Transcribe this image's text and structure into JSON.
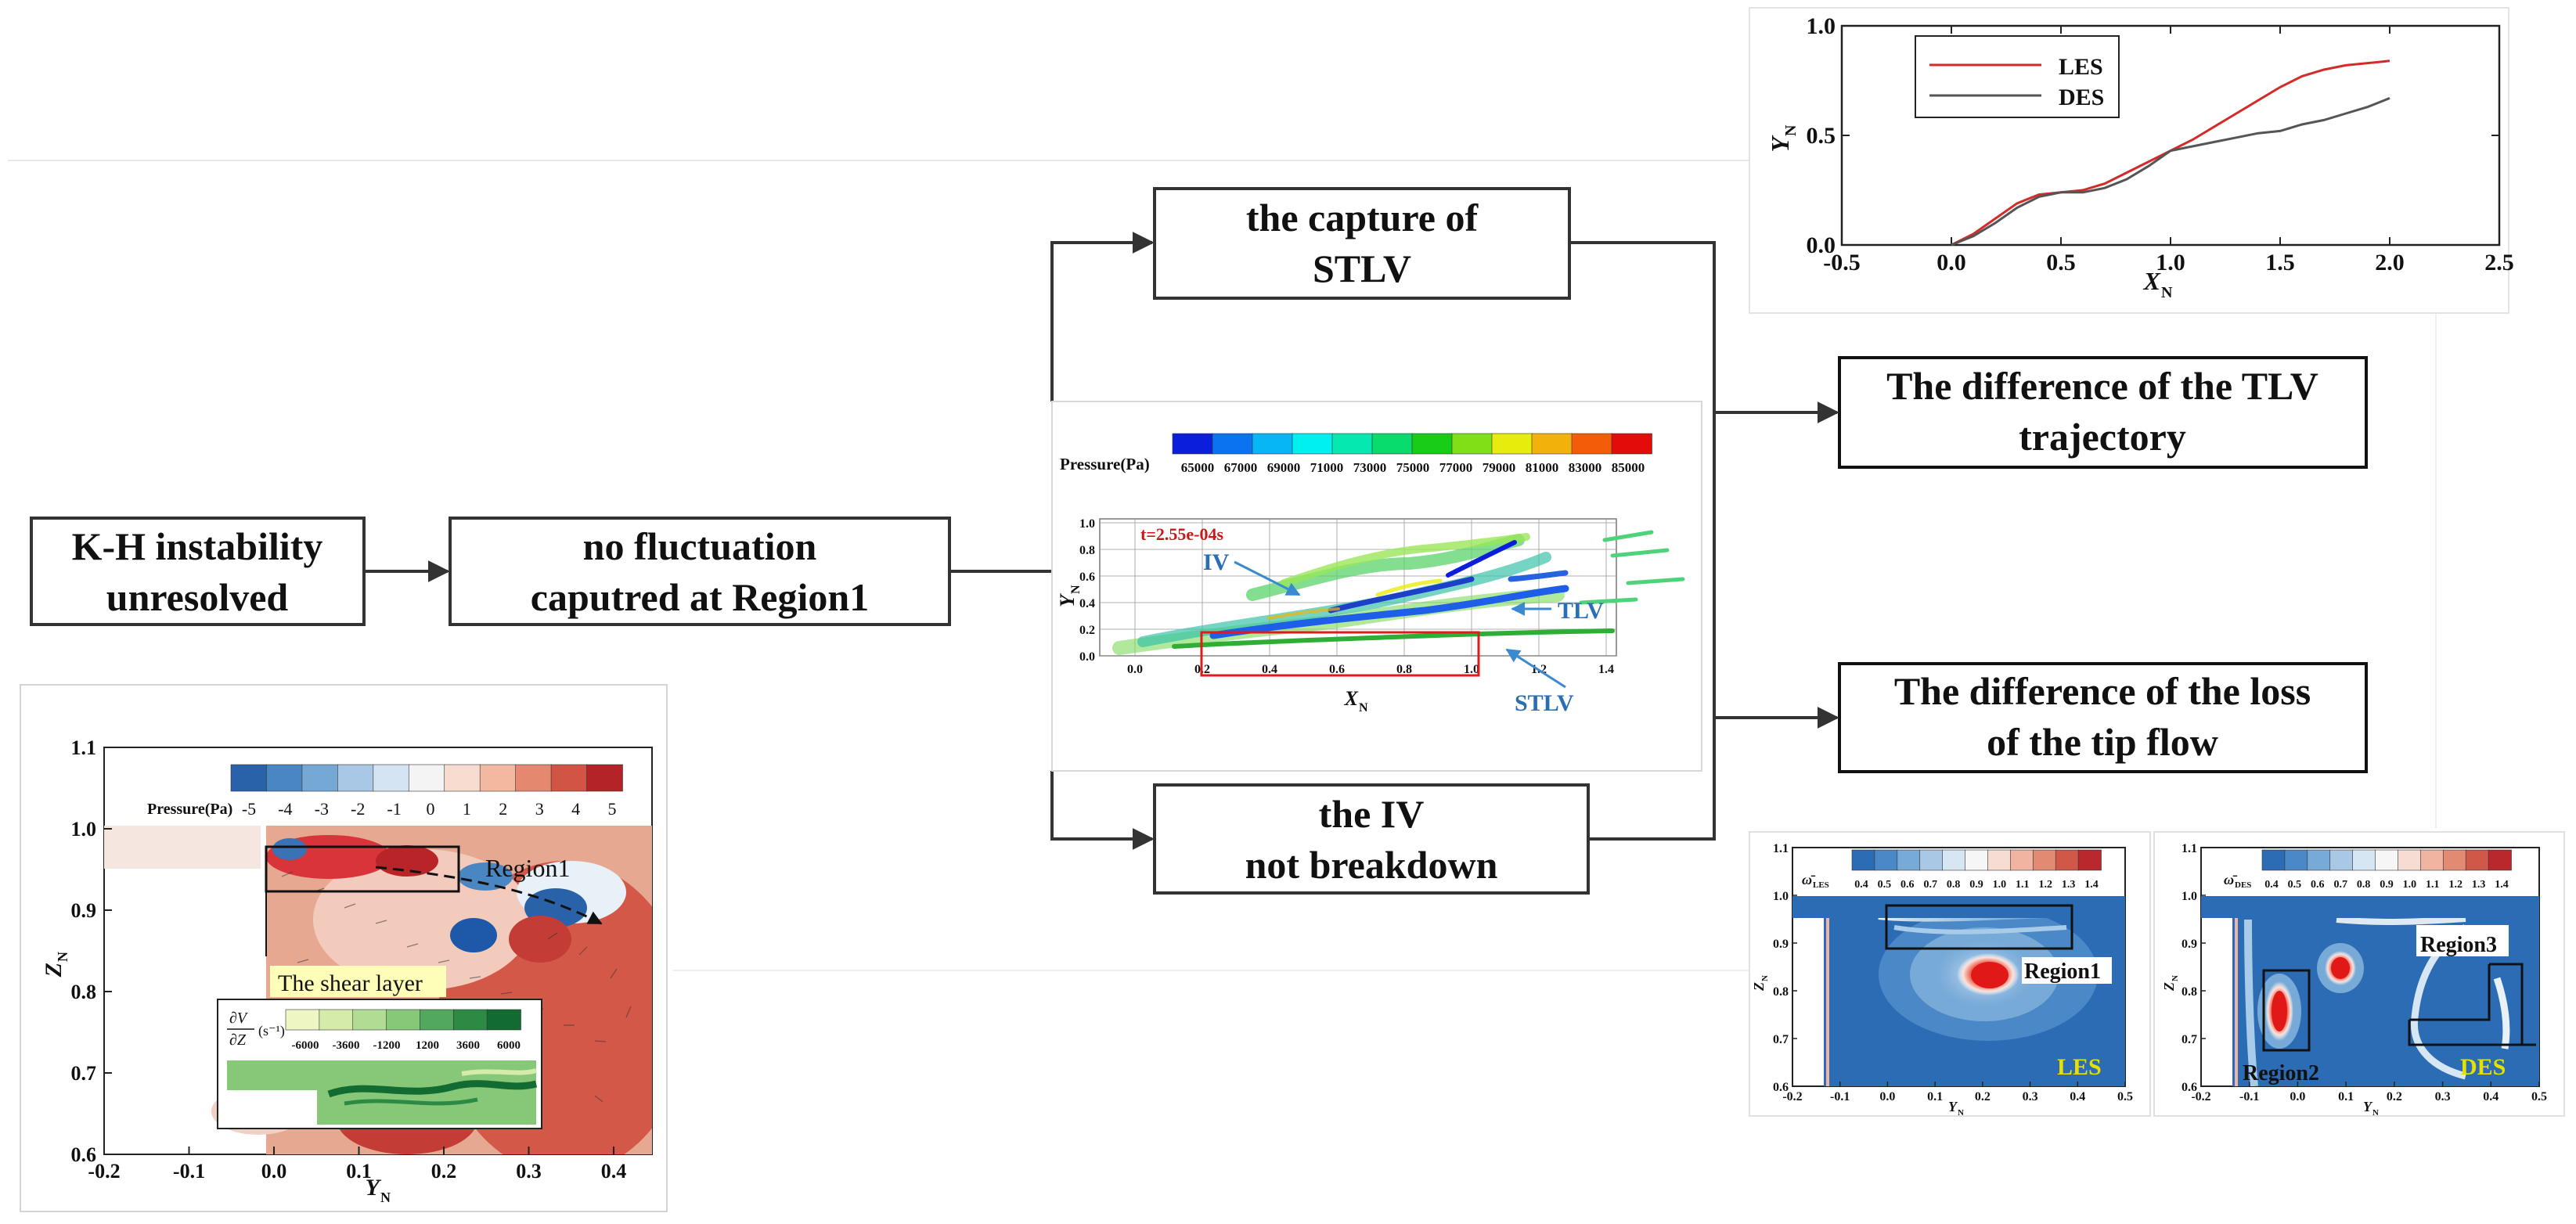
{
  "flow": {
    "kh": [
      "K-H instability",
      "unresolved"
    ],
    "nofluct": [
      "no fluctuation",
      "caputred at Region1"
    ],
    "stlv": [
      "the capture of",
      "STLV"
    ],
    "iv": [
      "the IV",
      "not breakdown"
    ],
    "tlv_diff": [
      "The difference of the TLV",
      "trajectory"
    ],
    "loss_diff": [
      "The difference of the loss",
      "of the tip flow"
    ]
  },
  "colors": {
    "tlv_text": "#55cde0",
    "loss_text": "#ee1111",
    "les_line": "#d42a2a",
    "des_line": "#555555",
    "region_box_red": "#e01b1b",
    "region_text_yellow": "#e8e000"
  },
  "trajectory_chart": {
    "chart_data": {
      "type": "line",
      "xlabel": "X",
      "xlabel_sub": "N",
      "ylabel": "Y",
      "ylabel_sub": "N",
      "xlim": [
        -0.5,
        2.5
      ],
      "ylim": [
        0.0,
        1.0
      ],
      "x_ticks": [
        "-0.5",
        "0.0",
        "0.5",
        "1.0",
        "1.5",
        "2.0",
        "2.5"
      ],
      "y_ticks": [
        "0.0",
        "0.5",
        "1.0"
      ],
      "legend": "top-left",
      "series": [
        {
          "name": "LES",
          "color": "#d42a2a",
          "x": [
            0.0,
            0.1,
            0.2,
            0.3,
            0.4,
            0.5,
            0.6,
            0.7,
            0.8,
            0.9,
            1.0,
            1.1,
            1.2,
            1.3,
            1.4,
            1.5,
            1.6,
            1.7,
            1.8,
            1.9,
            2.0
          ],
          "y": [
            0.0,
            0.05,
            0.12,
            0.19,
            0.23,
            0.24,
            0.25,
            0.28,
            0.33,
            0.38,
            0.43,
            0.48,
            0.54,
            0.6,
            0.66,
            0.72,
            0.77,
            0.8,
            0.82,
            0.83,
            0.84
          ]
        },
        {
          "name": "DES",
          "color": "#555555",
          "x": [
            0.0,
            0.1,
            0.2,
            0.3,
            0.4,
            0.5,
            0.6,
            0.7,
            0.8,
            0.9,
            1.0,
            1.1,
            1.2,
            1.3,
            1.4,
            1.5,
            1.6,
            1.7,
            1.8,
            1.9,
            2.0
          ],
          "y": [
            0.0,
            0.04,
            0.1,
            0.17,
            0.22,
            0.24,
            0.24,
            0.26,
            0.3,
            0.36,
            0.43,
            0.45,
            0.47,
            0.49,
            0.51,
            0.52,
            0.55,
            0.57,
            0.6,
            0.63,
            0.67
          ]
        }
      ]
    }
  },
  "pressure_panel": {
    "colorbar_label": "Pressure(Pa)",
    "colorbar_ticks": [
      "65000",
      "67000",
      "69000",
      "71000",
      "73000",
      "75000",
      "77000",
      "79000",
      "81000",
      "83000",
      "85000"
    ],
    "colorbar_colors": [
      "#0a1edc",
      "#0b73f0",
      "#06b6f5",
      "#00f0f0",
      "#05e8b0",
      "#08dc6c",
      "#18cc18",
      "#80e018",
      "#e8ec0c",
      "#f2b20a",
      "#f35c08",
      "#e40b0b"
    ],
    "time_label": "t=2.55e-04s",
    "ylabel": "Y",
    "ylabel_sub": "N",
    "xlabel": "X",
    "xlabel_sub": "N",
    "y_ticks": [
      "0.0",
      "0.2",
      "0.4",
      "0.6",
      "0.8",
      "1.0"
    ],
    "x_ticks": [
      "0.0",
      "0.2",
      "0.4",
      "0.6",
      "0.8",
      "1.0",
      "1.2",
      "1.4"
    ],
    "label_iv": "IV",
    "label_tlv": "TLV",
    "label_stlv": "STLV"
  },
  "shear_panel": {
    "colorbar_label": "Pressure(Pa)",
    "colorbar_ticks": [
      "-5",
      "-4",
      "-3",
      "-2",
      "-1",
      "0",
      "1",
      "2",
      "3",
      "4",
      "5"
    ],
    "colorbar_colors": [
      "#2a62aa",
      "#4a86c2",
      "#76a8d6",
      "#a8c8e6",
      "#d4e4f2",
      "#f4f4f4",
      "#f8dcd0",
      "#f2b8a0",
      "#e48870",
      "#d25444",
      "#b42426"
    ],
    "region_label": "Region1",
    "shear_label": "The shear layer",
    "inset_ticks": [
      "-6000",
      "-3600",
      "-1200",
      "1200",
      "3600",
      "6000"
    ],
    "inset_colors": [
      "#eef7c4",
      "#d4ebaa",
      "#b0dc94",
      "#86c878",
      "#52a85c",
      "#2c8a44",
      "#126c32"
    ],
    "inset_unit": "(s⁻¹)",
    "inset_frac_num": "∂V",
    "inset_frac_den": "∂Z",
    "ylabel": "Z",
    "ylabel_sub": "N",
    "xlabel": "Y",
    "xlabel_sub": "N",
    "y_ticks": [
      "0.6",
      "0.7",
      "0.8",
      "0.9",
      "1.0",
      "1.1"
    ],
    "x_ticks": [
      "-0.2",
      "-0.1",
      "0.0",
      "0.1",
      "0.2",
      "0.3",
      "0.4"
    ]
  },
  "vorticity_panels": {
    "colorbar_ticks": [
      "0.4",
      "0.5",
      "0.6",
      "0.7",
      "0.8",
      "0.9",
      "1.0",
      "1.1",
      "1.2",
      "1.3",
      "1.4"
    ],
    "colorbar_colors": [
      "#2c6cb4",
      "#4a88c8",
      "#78aad8",
      "#a8c8e6",
      "#d6e6f2",
      "#f6f6f6",
      "#f6dcd2",
      "#f0b4a0",
      "#e28a72",
      "#d05848",
      "#b8282c"
    ],
    "y_ticks": [
      "0.6",
      "0.7",
      "0.8",
      "0.9",
      "1.0",
      "1.1"
    ],
    "x_ticks": [
      "-0.2",
      "-0.1",
      "0.0",
      "0.1",
      "0.2",
      "0.3",
      "0.4",
      "0.5"
    ],
    "ylabel": "Z",
    "ylabel_sub": "N",
    "xlabel": "Y",
    "xlabel_sub": "N",
    "les": {
      "omega_label": "ω̄",
      "omega_sub": "LES",
      "region1": "Region1",
      "tag": "LES"
    },
    "des": {
      "omega_label": "ω̄",
      "omega_sub": "DES",
      "region2": "Region2",
      "region3": "Region3",
      "tag": "DES"
    }
  }
}
